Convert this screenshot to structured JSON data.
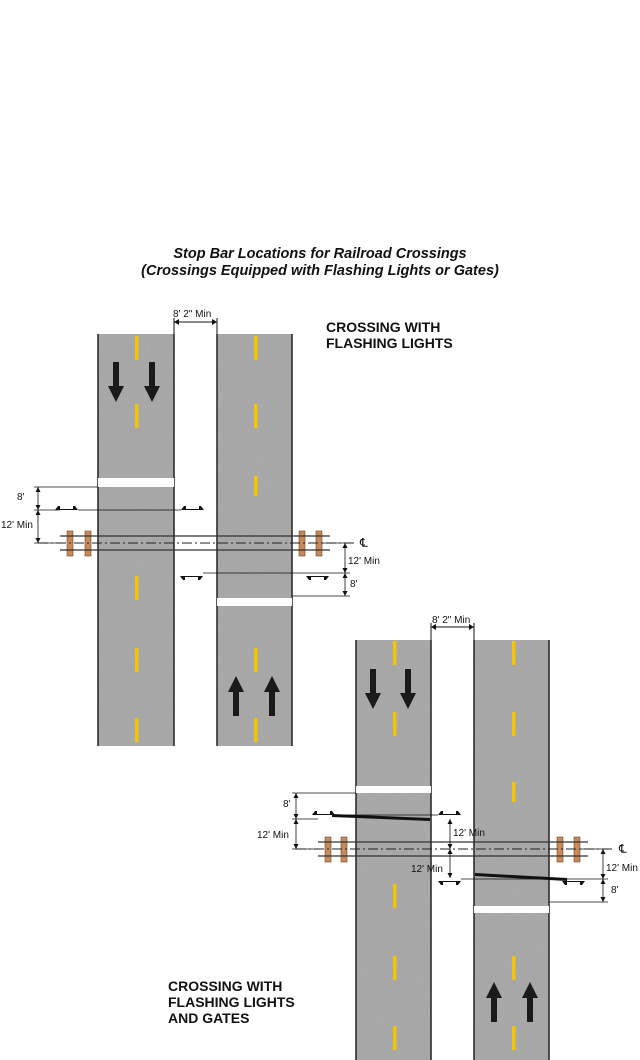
{
  "title": {
    "line1": "Stop Bar Locations for Railroad Crossings",
    "line2": "(Crossings Equipped with Flashing Lights or Gates)"
  },
  "diagram_top": {
    "caption": [
      "CROSSING WITH",
      "FLASHING LIGHTS"
    ],
    "median_dim": "8' 2\" Min",
    "left_dims": {
      "stop_to_gate": "8'",
      "gate_to_track": "12' Min"
    },
    "right_dims": {
      "track_to_gate": "12' Min",
      "gate_to_stop": "8'"
    },
    "centerline_symbol": "℄"
  },
  "diagram_bottom": {
    "caption": [
      "CROSSING WITH",
      "FLASHING LIGHTS",
      "AND GATES"
    ],
    "median_dim": "8' 2\" Min",
    "left_dims": {
      "stop_to_gate": "8'",
      "gate_to_track": "12' Min"
    },
    "inner_dims": {
      "upper": "12' Min",
      "lower": "12' Min"
    },
    "right_dims": {
      "track_to_gate": "12' Min",
      "gate_to_stop": "8'"
    },
    "centerline_symbol": "℄"
  },
  "colors": {
    "road": "#a6a6a6",
    "lane_line": "#f5c400",
    "stop_bar": "#ffffff",
    "tie": "#c8895a",
    "rail": "#333333",
    "arrow": "#1a1a1a"
  }
}
